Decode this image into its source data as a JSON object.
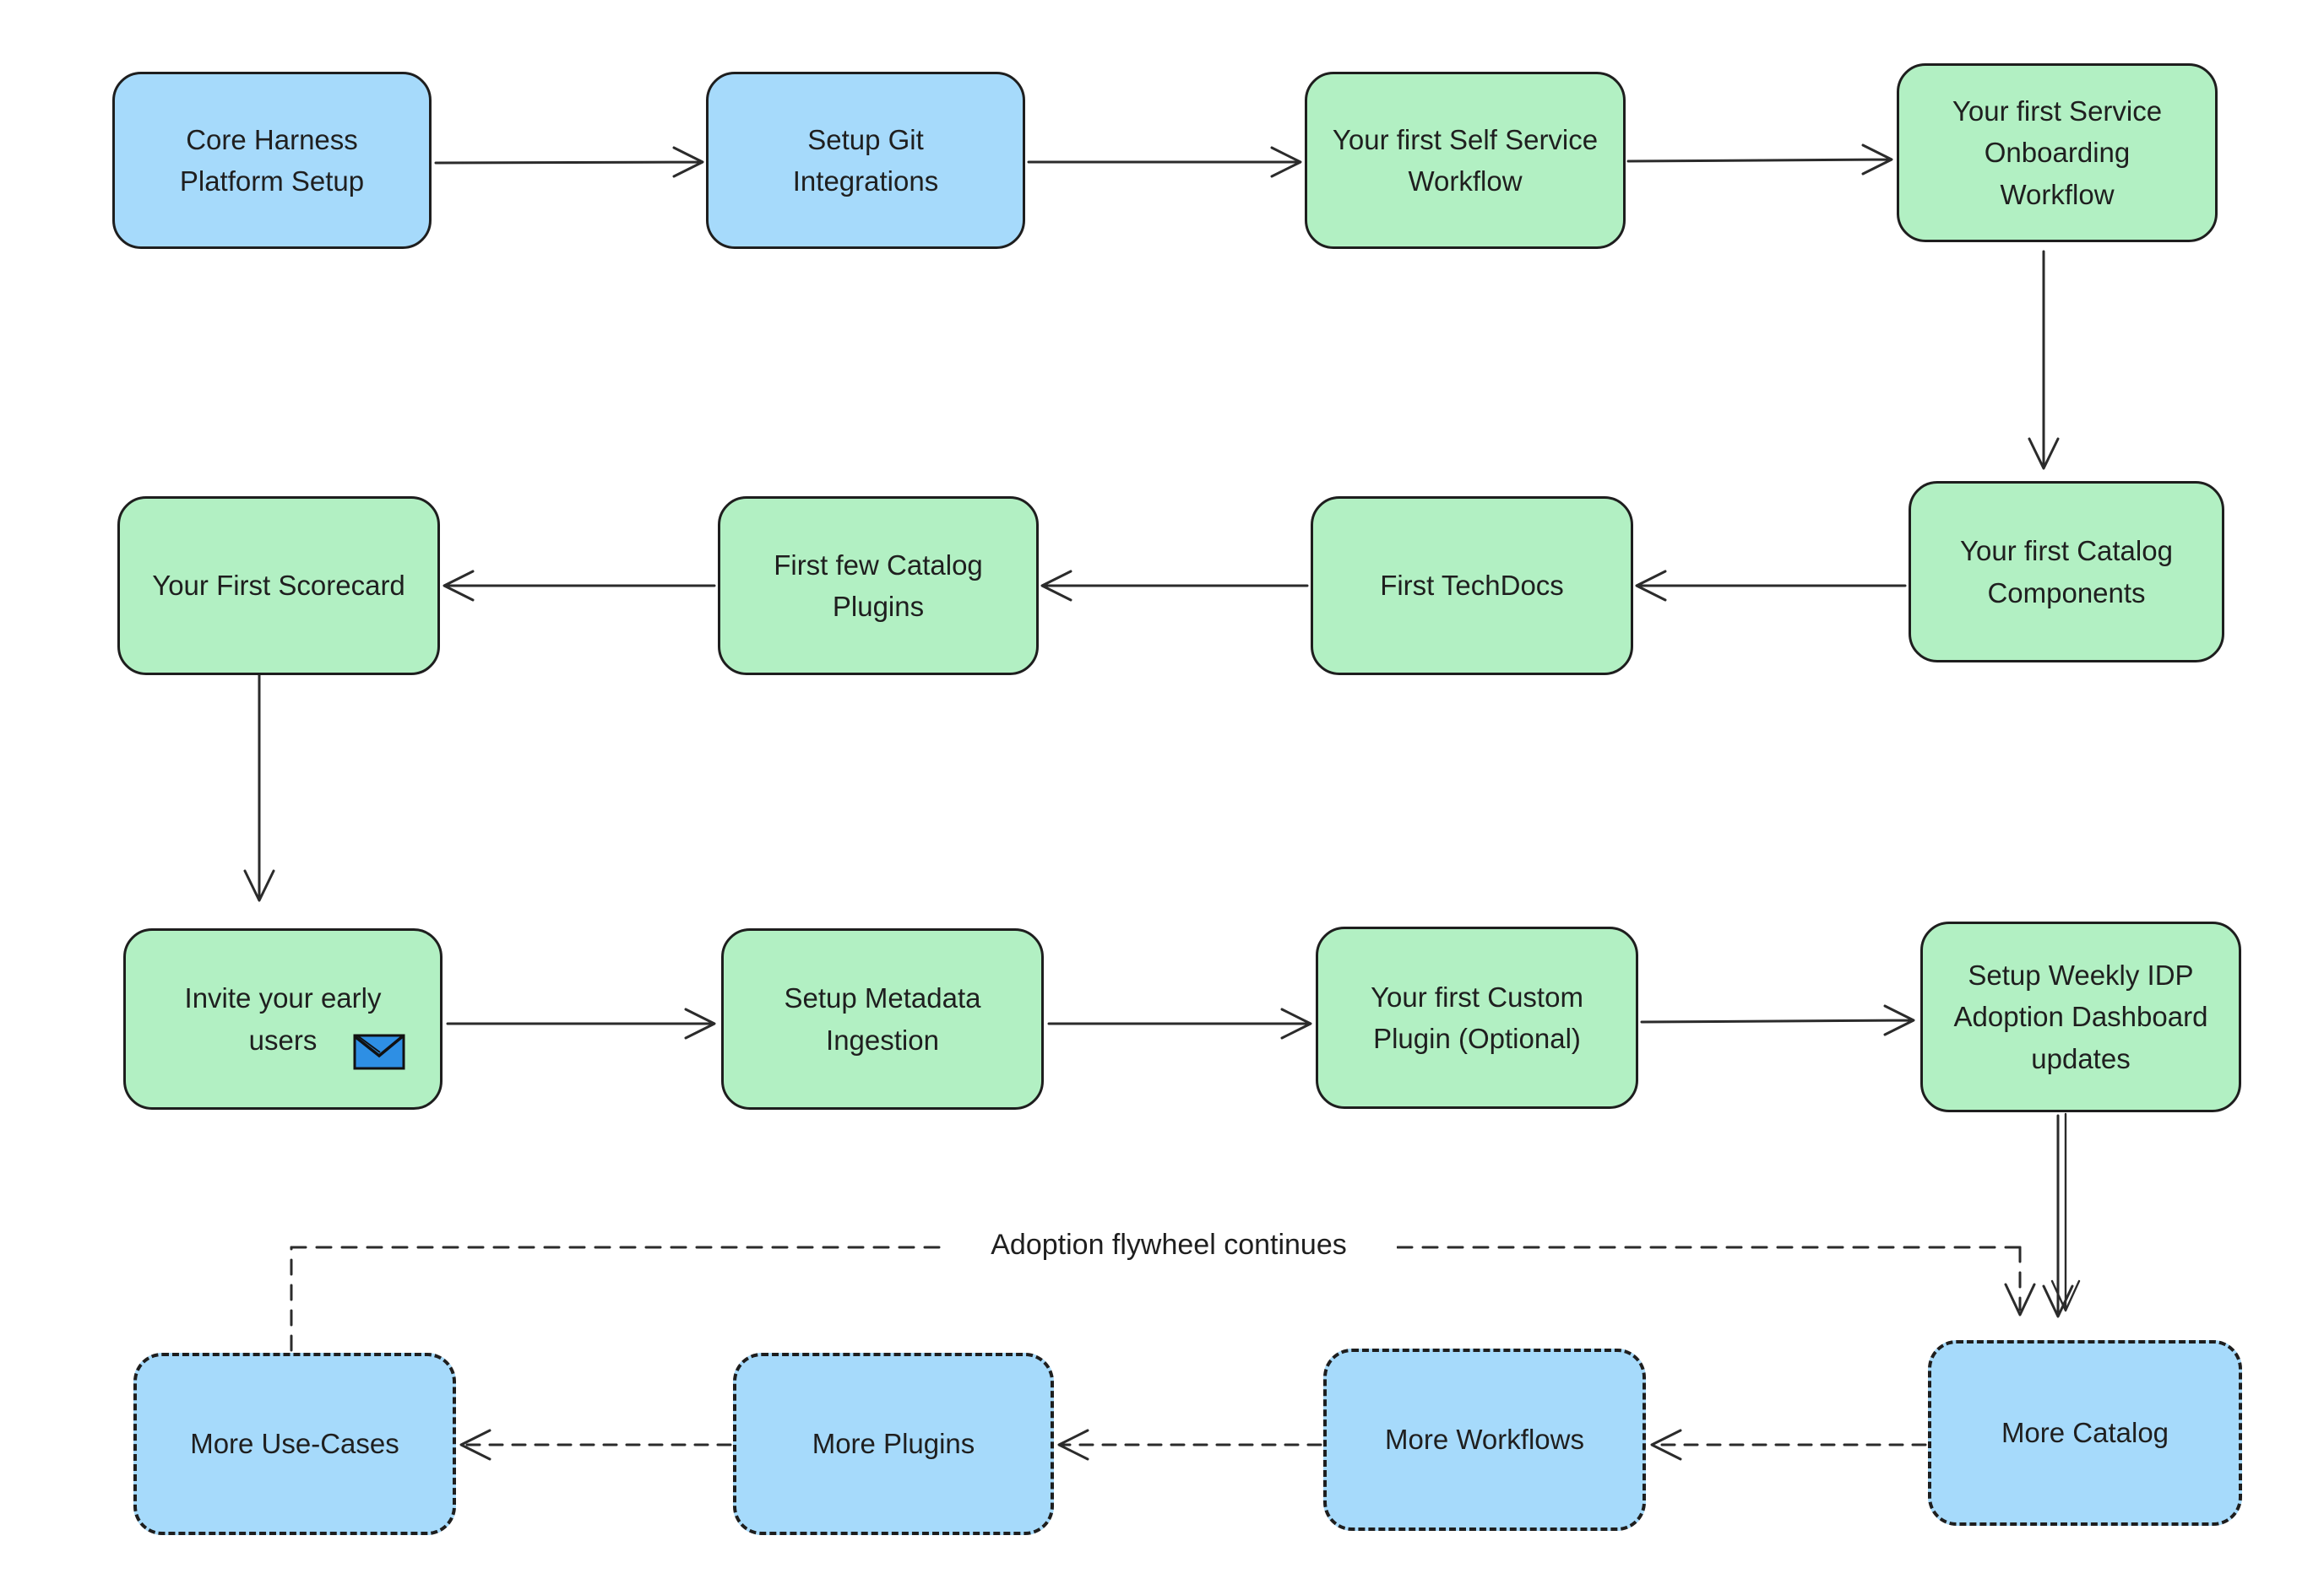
{
  "diagram": {
    "flywheel_label": "Adoption flywheel continues",
    "colors": {
      "background": "#ffffff",
      "blue_box_fill": "#a6dafb",
      "green_box_fill": "#b2f0c3",
      "box_border": "#1e1e1e",
      "arrow": "#2b2b2b",
      "text": "#1f1f1f",
      "envelope_fill": "#2e8fe4"
    },
    "nodes": [
      {
        "id": "core-harness-platform-setup",
        "label": "Core Harness\nPlatform Setup",
        "style": "blue-solid"
      },
      {
        "id": "setup-git-integrations",
        "label": "Setup Git\nIntegrations",
        "style": "blue-solid"
      },
      {
        "id": "first-self-service-workflow",
        "label": "Your first Self Service\nWorkflow",
        "style": "green-solid"
      },
      {
        "id": "first-service-onboarding-workflow",
        "label": "Your first Service\nOnboarding\nWorkflow",
        "style": "green-solid"
      },
      {
        "id": "first-scorecard",
        "label": "Your First Scorecard",
        "style": "green-solid"
      },
      {
        "id": "first-few-catalog-plugins",
        "label": "First few Catalog\nPlugins",
        "style": "green-solid"
      },
      {
        "id": "first-techdocs",
        "label": "First TechDocs",
        "style": "green-solid"
      },
      {
        "id": "first-catalog-components",
        "label": "Your first Catalog\nComponents",
        "style": "green-solid"
      },
      {
        "id": "invite-early-users",
        "label": "Invite your early\nusers",
        "style": "green-solid",
        "icon": "envelope-icon"
      },
      {
        "id": "setup-metadata-ingestion",
        "label": "Setup Metadata\nIngestion",
        "style": "green-solid"
      },
      {
        "id": "first-custom-plugin",
        "label": "Your first Custom\nPlugin (Optional)",
        "style": "green-solid"
      },
      {
        "id": "setup-weekly-idp-dashboard",
        "label": "Setup Weekly IDP\nAdoption Dashboard\nupdates",
        "style": "green-solid"
      },
      {
        "id": "more-use-cases",
        "label": "More Use-Cases",
        "style": "blue-dashed"
      },
      {
        "id": "more-plugins",
        "label": "More Plugins",
        "style": "blue-dashed"
      },
      {
        "id": "more-workflows",
        "label": "More Workflows",
        "style": "blue-dashed"
      },
      {
        "id": "more-catalog",
        "label": "More Catalog",
        "style": "blue-dashed"
      }
    ],
    "edges": [
      {
        "from": "Core Harness Platform Setup",
        "to": "Setup Git Integrations",
        "style": "solid"
      },
      {
        "from": "Setup Git Integrations",
        "to": "Your first Self Service Workflow",
        "style": "solid"
      },
      {
        "from": "Your first Self Service Workflow",
        "to": "Your first Service Onboarding Workflow",
        "style": "solid"
      },
      {
        "from": "Your first Service Onboarding Workflow",
        "to": "Your first Catalog Components",
        "style": "solid"
      },
      {
        "from": "Your first Catalog Components",
        "to": "First TechDocs",
        "style": "solid"
      },
      {
        "from": "First TechDocs",
        "to": "First few Catalog Plugins",
        "style": "solid"
      },
      {
        "from": "First few Catalog Plugins",
        "to": "Your First Scorecard",
        "style": "solid"
      },
      {
        "from": "Your First Scorecard",
        "to": "Invite your early users",
        "style": "solid"
      },
      {
        "from": "Invite your early users",
        "to": "Setup Metadata Ingestion",
        "style": "solid"
      },
      {
        "from": "Setup Metadata Ingestion",
        "to": "Your first Custom Plugin (Optional)",
        "style": "solid"
      },
      {
        "from": "Your first Custom Plugin (Optional)",
        "to": "Setup Weekly IDP Adoption Dashboard updates",
        "style": "solid"
      },
      {
        "from": "Setup Weekly IDP Adoption Dashboard updates",
        "to": "More Catalog",
        "style": "solid"
      },
      {
        "from": "More Catalog",
        "to": "More Workflows",
        "style": "dashed"
      },
      {
        "from": "More Workflows",
        "to": "More Plugins",
        "style": "dashed"
      },
      {
        "from": "More Plugins",
        "to": "More Use-Cases",
        "style": "dashed"
      },
      {
        "from": "More Use-Cases",
        "to": "More Catalog",
        "style": "dashed",
        "label": "Adoption flywheel continues"
      }
    ]
  }
}
